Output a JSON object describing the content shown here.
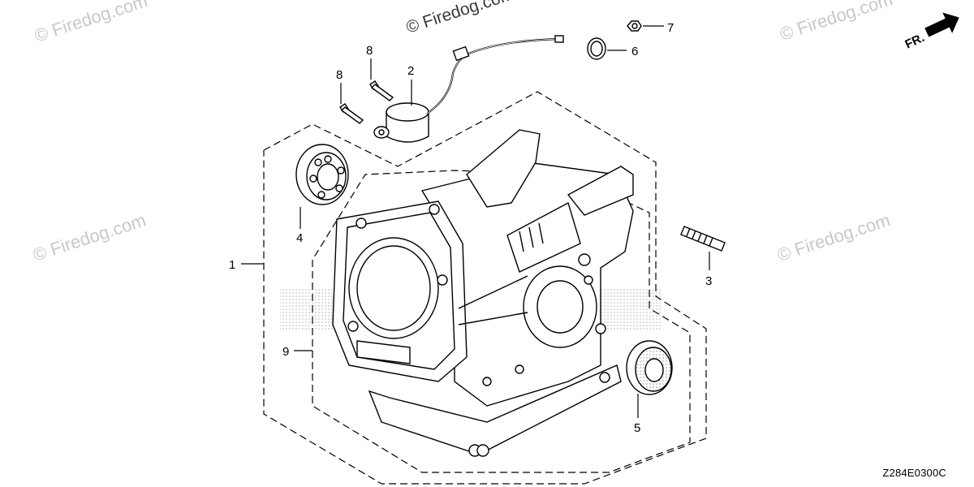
{
  "watermarks": {
    "top_center": "© Firedog.com",
    "top_left": "© Firedog.com",
    "top_right": "© Firedog.com",
    "mid_left": "© Firedog.com",
    "mid_right": "© Firedog.com"
  },
  "direction_indicator": {
    "label": "FR."
  },
  "callouts": {
    "c1": "1",
    "c2": "2",
    "c3": "3",
    "c4": "4",
    "c5": "5",
    "c6": "6",
    "c7": "7",
    "c8a": "8",
    "c8b": "8",
    "c9": "9"
  },
  "diagram_code": "Z284E0300C",
  "colors": {
    "line": "#000000",
    "watermark": "#c8c8c8"
  }
}
